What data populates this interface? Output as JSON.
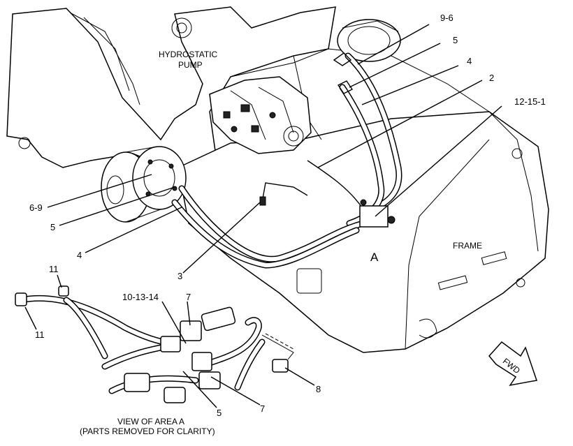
{
  "labels": {
    "hydrostatic_pump": [
      "HYDROSTATIC",
      "PUMP"
    ],
    "frame": "FRAME",
    "area_a": "A",
    "fwd": "FWD",
    "view_caption": [
      "VIEW OF AREA  A",
      "(PARTS REMOVED FOR CLARITY)"
    ]
  },
  "callouts": {
    "c_9_6": "9-6",
    "c_5_top": "5",
    "c_4_top": "4",
    "c_2": "2",
    "c_12_15_1": "12-15-1",
    "c_6_9": "6-9",
    "c_5_left": "5",
    "c_4_left": "4",
    "c_3": "3",
    "c_11_top": "11",
    "c_11_bottom": "11",
    "c_10_13_14": "10-13-14",
    "c_7_top": "7",
    "c_5_bottom": "5",
    "c_7_bottom": "7",
    "c_8": "8"
  }
}
